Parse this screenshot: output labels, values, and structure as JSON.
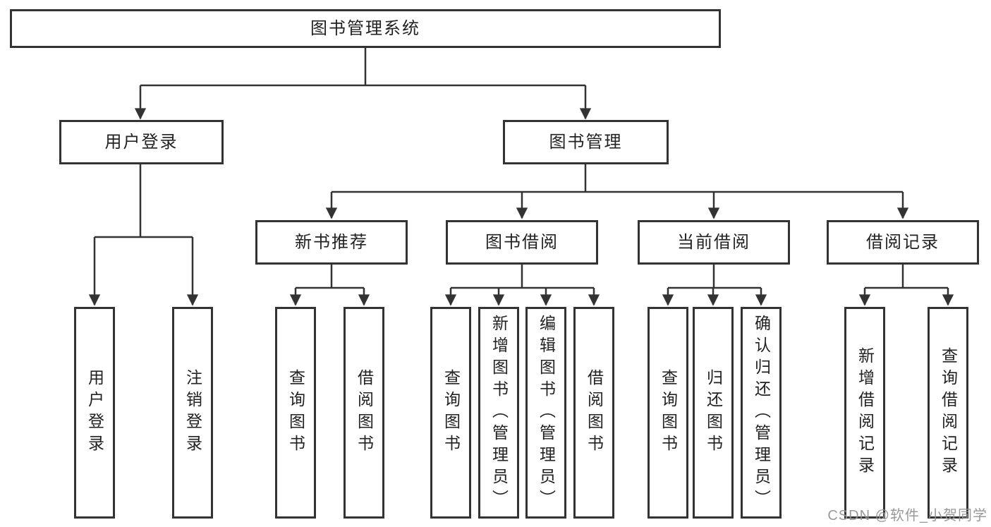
{
  "diagram_type": "tree",
  "tree": {
    "root": {
      "label": "图书管理系统",
      "children": [
        {
          "label": "用户登录",
          "children": [
            {
              "label": "用户登录"
            },
            {
              "label": "注销登录"
            }
          ]
        },
        {
          "label": "图书管理",
          "children": [
            {
              "label": "新书推荐",
              "children": [
                {
                  "label": "查询图书"
                },
                {
                  "label": "借阅图书"
                }
              ]
            },
            {
              "label": "图书借阅",
              "children": [
                {
                  "label": "查询图书"
                },
                {
                  "label": "新增图书（管理员）"
                },
                {
                  "label": "编辑图书（管理员）"
                },
                {
                  "label": "借阅图书"
                }
              ]
            },
            {
              "label": "当前借阅",
              "children": [
                {
                  "label": "查询图书"
                },
                {
                  "label": "归还图书"
                },
                {
                  "label": "确认归还（管理员）"
                }
              ]
            },
            {
              "label": "借阅记录",
              "children": [
                {
                  "label": "新增借阅记录"
                },
                {
                  "label": "查询借阅记录"
                }
              ]
            }
          ]
        }
      ]
    }
  },
  "watermark": {
    "text": "CSDN @软件_小贺同学"
  },
  "colors": {
    "line": "#333333",
    "box_border": "#333333",
    "text": "#222222",
    "watermark": "#949494",
    "background": "#ffffff"
  }
}
